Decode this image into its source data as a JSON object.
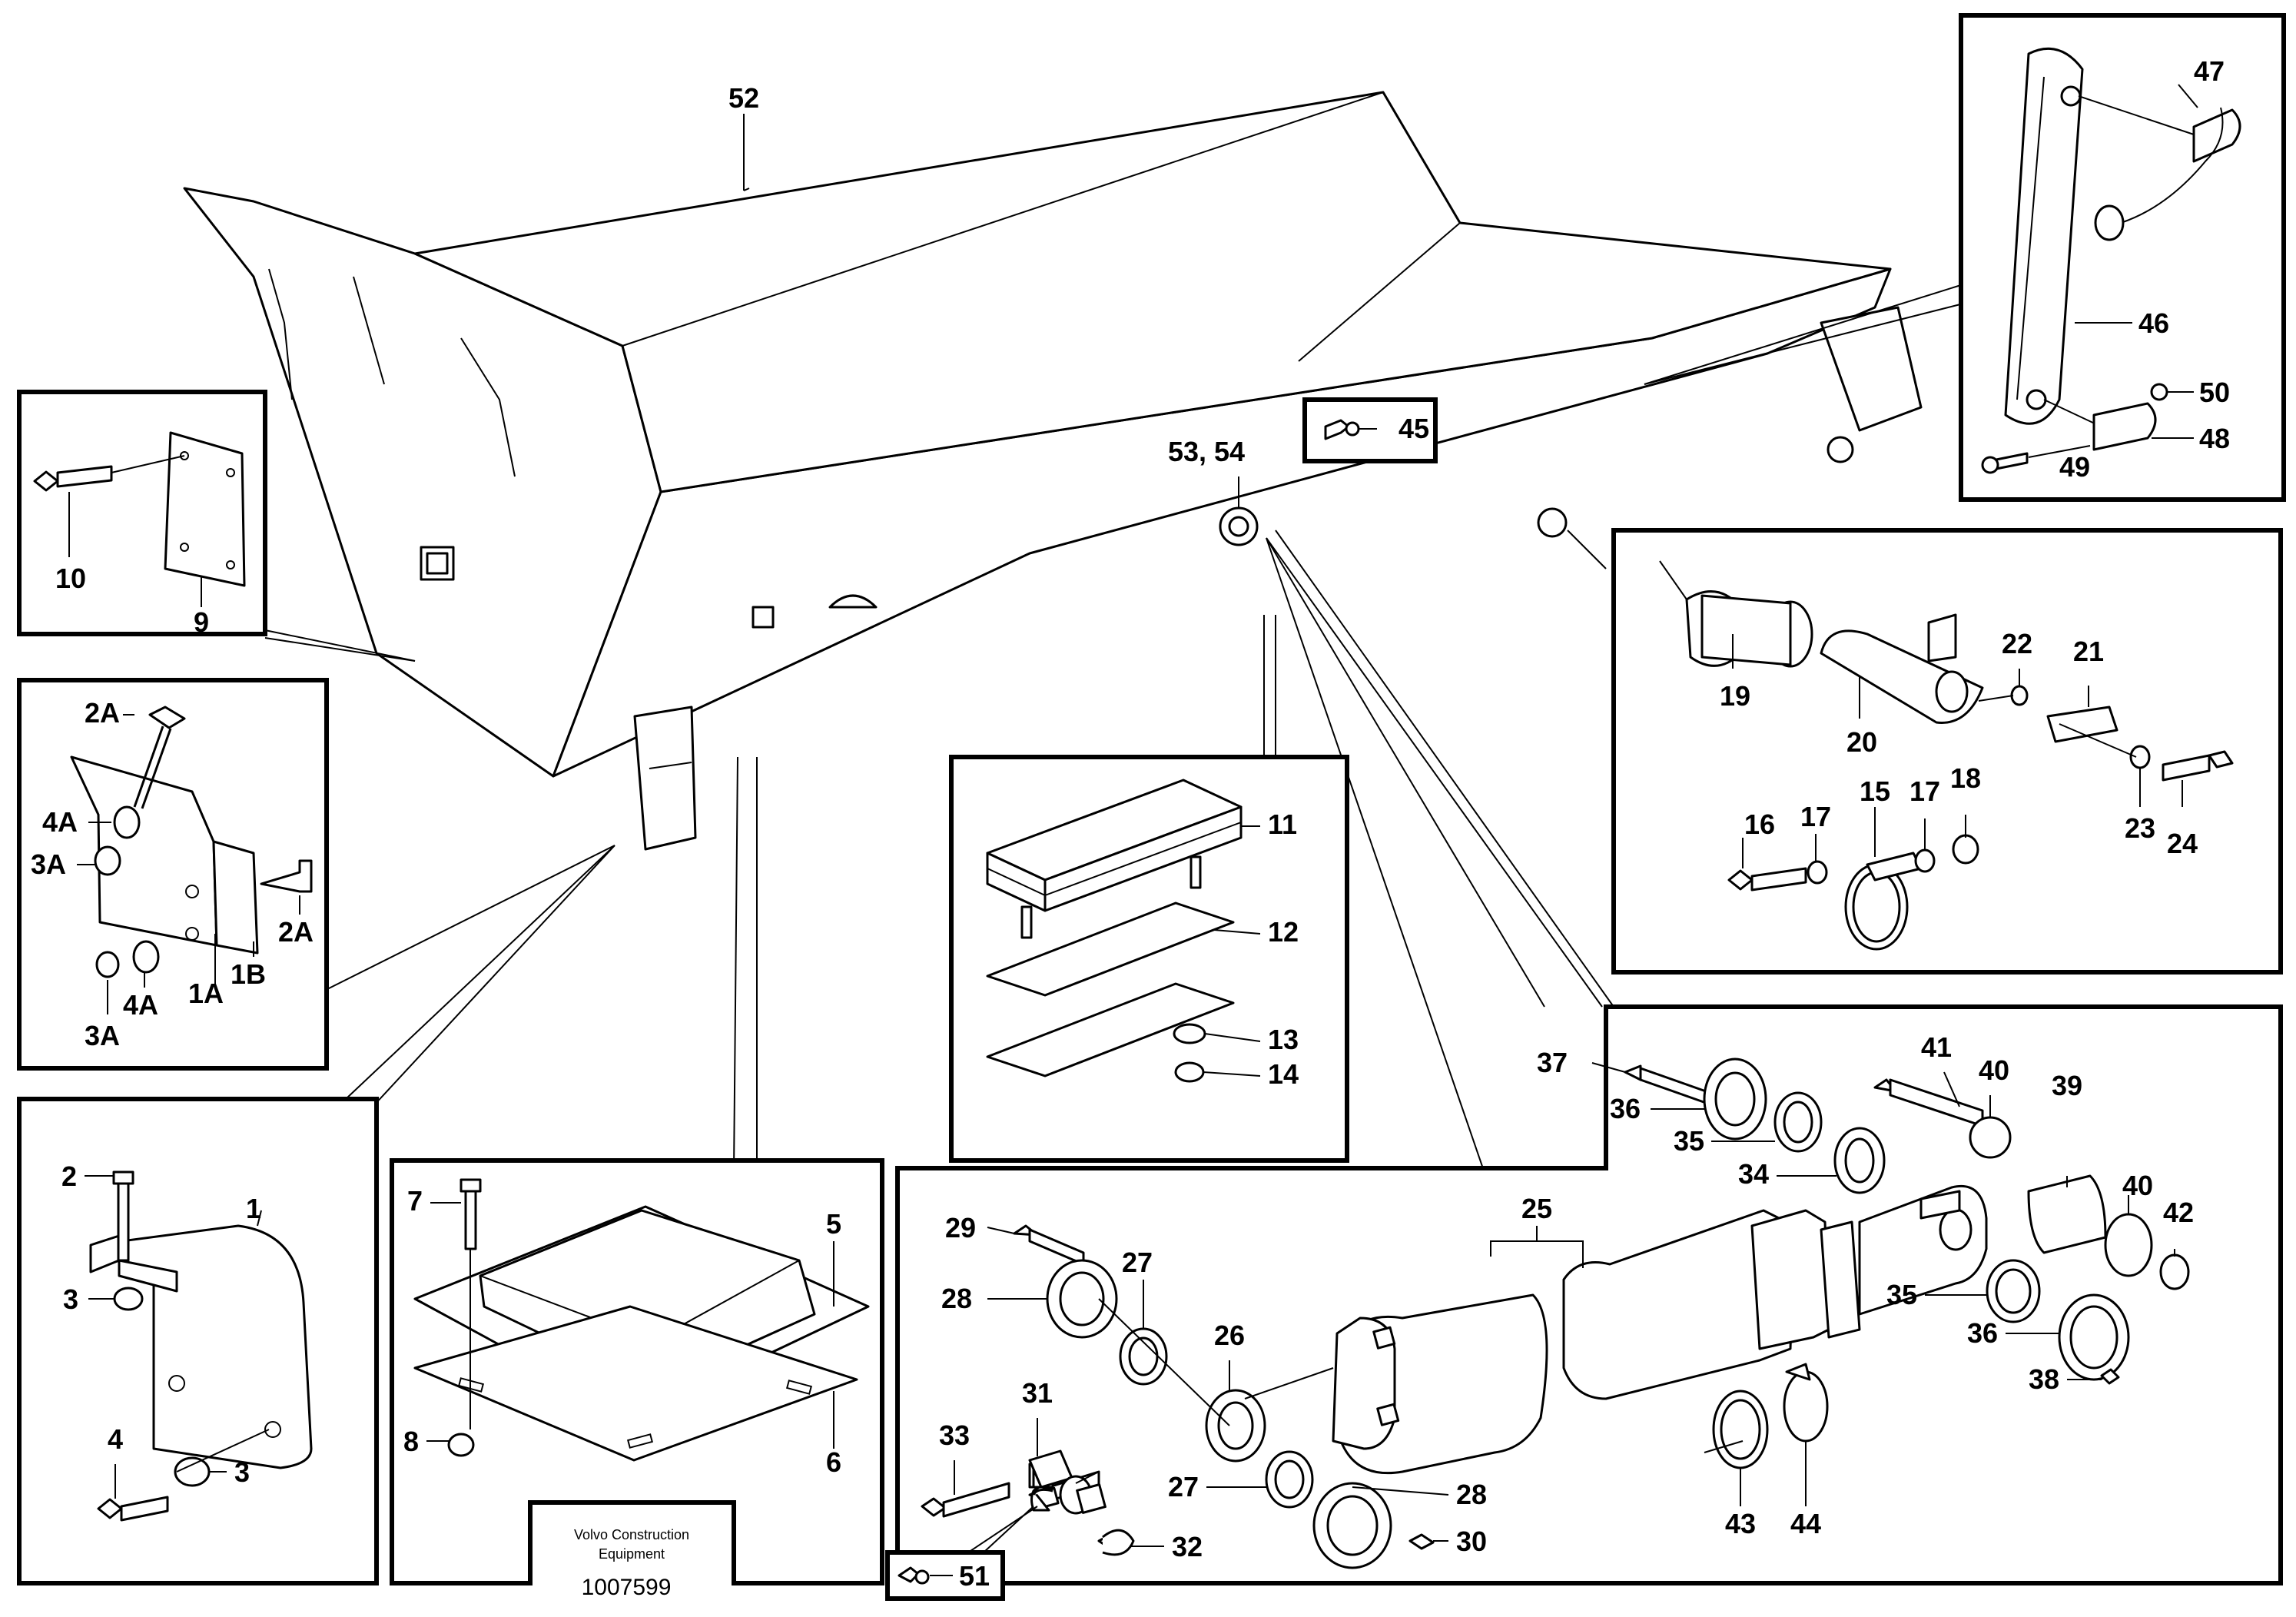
{
  "labels": {
    "p52": "52",
    "p45": "45",
    "p53_54": "53, 54",
    "p47": "47",
    "p46": "46",
    "p50": "50",
    "p48": "48",
    "p49": "49",
    "p10": "10",
    "p9": "9",
    "p2A_top": "2A",
    "p4A_top": "4A",
    "p3A_top": "3A",
    "p2A_right": "2A",
    "p4A_bottom": "4A",
    "p1A": "1A",
    "p1B": "1B",
    "p3A_bottom": "3A",
    "p19": "19",
    "p20": "20",
    "p22": "22",
    "p21": "21",
    "p23": "23",
    "p24": "24",
    "p16": "16",
    "p17_left": "17",
    "p15": "15",
    "p17_right": "17",
    "p18": "18",
    "p11": "11",
    "p12": "12",
    "p13": "13",
    "p14": "14",
    "p2": "2",
    "p1": "1",
    "p3_top": "3",
    "p4": "4",
    "p3_bottom": "3",
    "p7": "7",
    "p5": "5",
    "p8": "8",
    "p6": "6",
    "p37": "37",
    "p36_top": "36",
    "p35_top": "35",
    "p34": "34",
    "p41": "41",
    "p40_top": "40",
    "p39": "39",
    "p40_bottom": "40",
    "p42": "42",
    "p25": "25",
    "p35_bottom": "35",
    "p36_bottom": "36",
    "p38": "38",
    "p29": "29",
    "p28_left": "28",
    "p27_top": "27",
    "p26": "26",
    "p31": "31",
    "p33": "33",
    "p27_bottom": "27",
    "p28_right": "28",
    "p30": "30",
    "p32": "32",
    "p43": "43",
    "p44": "44",
    "p51": "51"
  },
  "footer": {
    "brand_line1": "Volvo Construction",
    "brand_line2": "Equipment",
    "drawing_number": "1007599"
  }
}
